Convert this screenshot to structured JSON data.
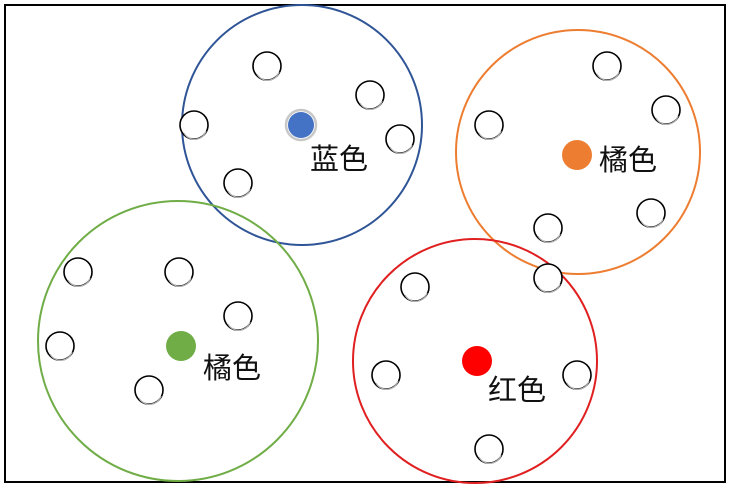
{
  "clusters": [
    {
      "label": "蓝色",
      "ring_color": "#2f5597",
      "center_color": "#4472c4"
    },
    {
      "label": "橘色",
      "ring_color": "#ed7d31",
      "center_color": "#ed7d31"
    },
    {
      "label": "橘色",
      "ring_color": "#70ad47",
      "center_color": "#70ad47"
    },
    {
      "label": "红色",
      "ring_color": "#e02020",
      "center_color": "#ff0000"
    }
  ]
}
